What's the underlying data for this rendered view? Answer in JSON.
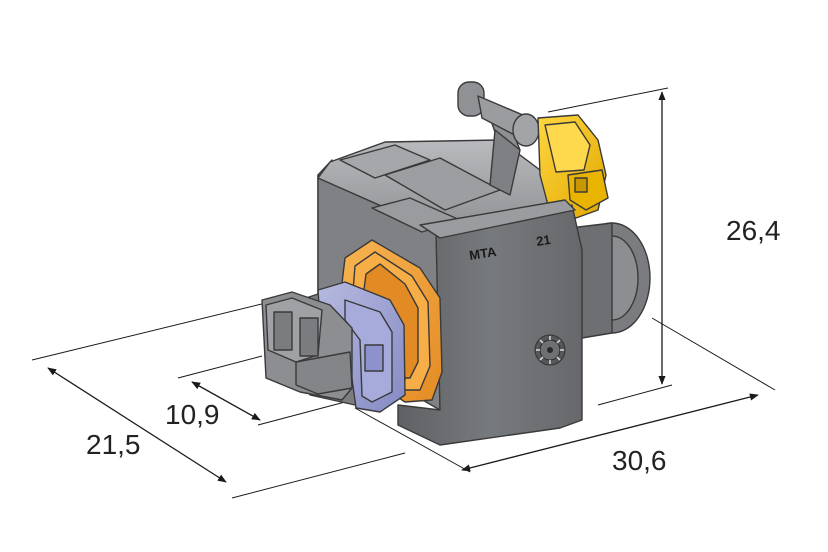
{
  "dimensions": {
    "width": "30,6",
    "depth": "21,5",
    "height": "26,4",
    "pitch": "10,9"
  },
  "markings": {
    "brand": "MTA",
    "code": "21"
  },
  "colors": {
    "housing_dark": "#6b6d70",
    "housing_mid": "#8a8c8f",
    "housing_light": "#a9abae",
    "seal_orange": "#f2a03a",
    "seal_orange_dark": "#d9851f",
    "tpa_yellow": "#f5c21b",
    "tpa_yellow_dark": "#d9a300",
    "cpa_blue": "#9ea3d6",
    "cpa_blue_dark": "#7d82bf",
    "line": "#1a1a1a"
  },
  "icons": [
    "arrowhead-icon",
    "date-wheel-icon"
  ]
}
